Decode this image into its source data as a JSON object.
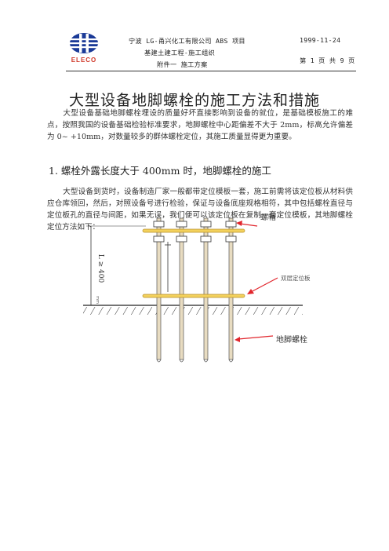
{
  "header": {
    "logo_text": "ELECO",
    "line1": "宁波 LG-甬兴化工有限公司 ABS 项目",
    "line2": "基建土建工程-施工组织",
    "line3": "附件一  施工方案",
    "date": "1999-11-24",
    "page": "第 1 页  共 9 页"
  },
  "colors": {
    "logo_blue": "#1b3a97",
    "logo_red": "#d0392a",
    "arrow_red": "#e1252c",
    "bolt_fill": "#e8dcc1",
    "plate_fill": "#f3d15c",
    "hatch": "#333333"
  },
  "document": {
    "title": "大型设备地脚螺栓的施工方法和措施",
    "intro": "大型设备基础地脚螺栓埋设的质量好坏直接影响到设备的就位，是基础模板施工的难点，按照我国的设备基础检验标准要求，地脚螺栓中心距偏差不大于 2mm，标高允许偏差为 0~ +10mm，对数量较多的群体螺栓定位，其施工质量显得更为重要。",
    "section1_title": "1. 螺栓外露长度大于 400mm 时，地脚螺栓的施工",
    "section1_text": "大型设备到货时，设备制造厂家一般都带定位模板一套，施工前需将该定位板从材料供应仓库领回，然后，对照设备号进行检验，保证与设备底座规格相符，其中包括螺栓直径与定位板孔的直径与间距，如果无误，我们便可以该定位板在复制一套定位模板，其地脚螺栓定位方法如下："
  },
  "diagram": {
    "label_nut": "螺帽",
    "label_plate": "双层定位板",
    "label_bolt": "地脚螺栓",
    "dimension_label": "L ≥ 400",
    "dimension_unit": "mm"
  }
}
